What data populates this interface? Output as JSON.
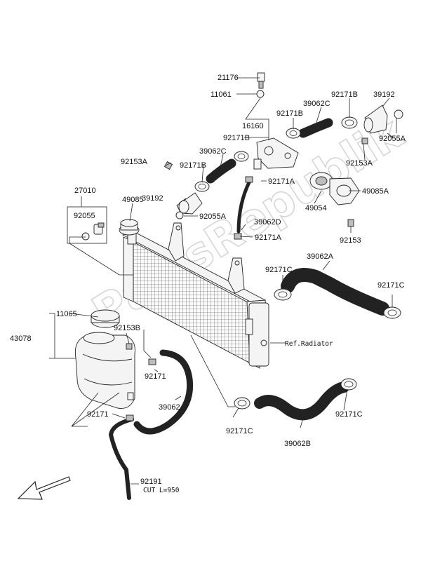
{
  "watermark": "PartsRepublik",
  "reference": "Ref.Radiator",
  "cut_note": "CUT L=950",
  "labels": {
    "p21176": "21176",
    "p11061": "11061",
    "p16160": "16160",
    "p92171B_a": "92171B",
    "p39192_a": "39192",
    "p92171B_b": "92171B",
    "p39062C_a": "39062C",
    "p92055A_a": "92055A",
    "p92171B_c": "92171B",
    "p92153A_a": "92153A",
    "p39062C_b": "39062C",
    "p92153A_b": "92153A",
    "p92171B_d": "92171B",
    "p92171A_a": "92171A",
    "p49085A": "49085A",
    "p27010": "27010",
    "p49085": "49085",
    "p39192_b": "39192",
    "p49054": "49054",
    "p92055A_b": "92055A",
    "p92055": "92055",
    "p39062D": "39062D",
    "p92153": "92153",
    "p92171A_b": "92171A",
    "p39062A": "39062A",
    "p92171C_a": "92171C",
    "p92171C_b": "92171C",
    "p11065": "11065",
    "p43078": "43078",
    "p92153B": "92153B",
    "p92171_a": "92171",
    "p39062": "39062",
    "p92171C_c": "92171C",
    "p92171C_d": "92171C",
    "p92171_b": "92171",
    "p39062B": "39062B",
    "p92191": "92191"
  }
}
